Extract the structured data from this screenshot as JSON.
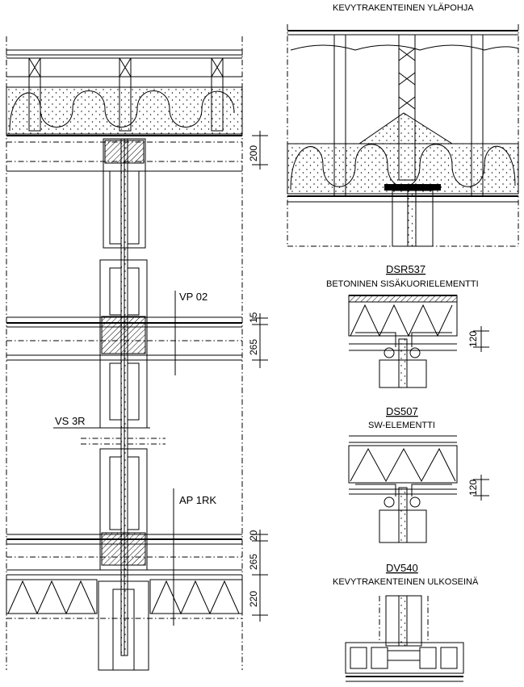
{
  "sections": {
    "roof": {
      "title": "KEVYTRAKENTEINEN YLÄPOHJA"
    },
    "dsr": {
      "code": "DSR537",
      "title": "BETONINEN SISÄKUORIELEMENTTI",
      "dim": "120"
    },
    "ds": {
      "code": "DS507",
      "title": "SW-ELEMENTTI",
      "dim": "120"
    },
    "dv": {
      "code": "DV540",
      "title": "KEVYTRAKENTEINEN ULKOSEINÄ"
    }
  },
  "main": {
    "labels": {
      "vp": "VP 02",
      "vs": "VS 3R",
      "ap": "AP 1RK"
    },
    "dims": {
      "d200": "200",
      "d15": "15",
      "d265a": "265",
      "d20": "20",
      "d265b": "265",
      "d220": "220"
    }
  }
}
